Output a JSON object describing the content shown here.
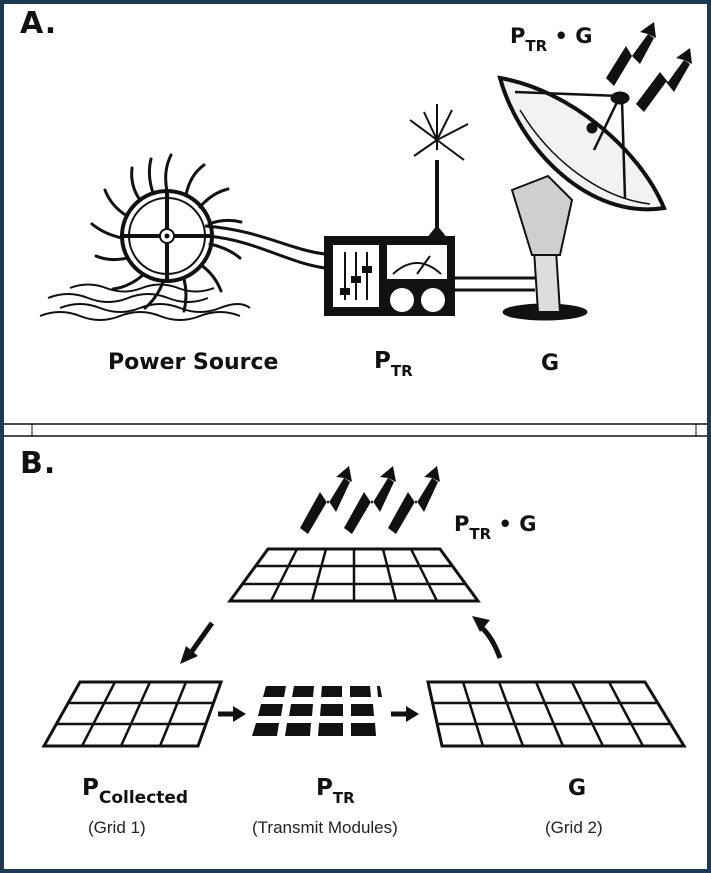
{
  "panel_a": {
    "letter": "A.",
    "power_source": "Power Source",
    "ptr_main": "P",
    "ptr_sub": "TR",
    "gain": "G",
    "product_p": "P",
    "product_sub": "TR",
    "product_tail": " • G"
  },
  "panel_b": {
    "letter": "B.",
    "product_p": "P",
    "product_sub": "TR",
    "product_tail": " • G",
    "collected_main": "P",
    "collected_sub": "Collected",
    "collected_note": "(Grid 1)",
    "ptr_main": "P",
    "ptr_sub": "TR",
    "ptr_note": "(Transmit Modules)",
    "gain": "G",
    "gain_note": "(Grid 2)"
  },
  "colors": {
    "border": "#1d3a55",
    "ink": "#111111"
  }
}
